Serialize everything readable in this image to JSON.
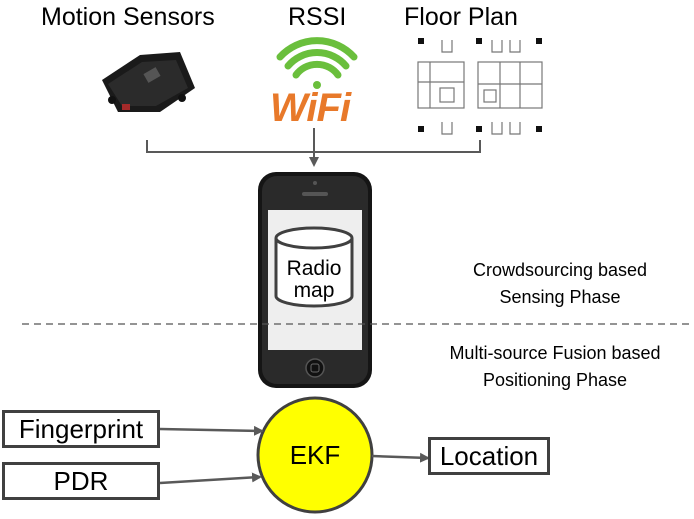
{
  "sources": {
    "motion": "Motion Sensors",
    "rssi": "RSSI",
    "floor": "Floor Plan"
  },
  "wifi_logo_text": "WiFi",
  "phone": {
    "db_label_line1": "Radio",
    "db_label_line2": "map"
  },
  "phases": {
    "sensing_line1": "Crowdsourcing based",
    "sensing_line2": "Sensing Phase",
    "positioning_line1": "Multi-source Fusion based",
    "positioning_line2": "Positioning Phase"
  },
  "inputs": {
    "fingerprint": "Fingerprint",
    "pdr": "PDR"
  },
  "ekf": "EKF",
  "output": "Location",
  "colors": {
    "ekf_fill": "#ffff00",
    "arrow": "#595959",
    "wifi_green": "#6abf3c",
    "wifi_orange": "#e8792a"
  }
}
